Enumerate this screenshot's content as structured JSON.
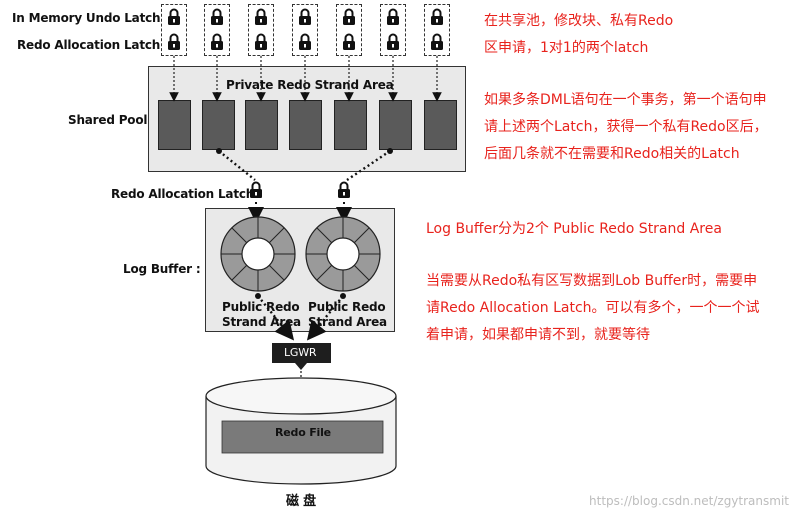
{
  "labels": {
    "in_memory_undo_latch": "In Memory Undo Latch :",
    "redo_allocation_latch_top": "Redo Allocation Latch :",
    "shared_pool": "Shared Pool :",
    "private_redo_strand_area": "Private Redo Strand Area",
    "redo_allocation_latch_mid": "Redo Allocation Latch :",
    "log_buffer": "Log Buffer :",
    "public_redo_strand_area_1_line1": "Public Redo",
    "public_redo_strand_area_1_line2": "Strand Area",
    "public_redo_strand_area_2_line1": "Public Redo",
    "public_redo_strand_area_2_line2": "Strand Area",
    "lgwr": "LGWR",
    "redo_file": "Redo File",
    "disk": "磁 盘"
  },
  "annotations": {
    "note1_line1": "在共享池，修改块、私有Redo",
    "note1_line2": "区申请，1对1的两个latch",
    "note2_line1": "如果多条DML语句在一个事务，第一个语句申",
    "note2_line2": "请上述两个Latch，获得一个私有Redo区后，",
    "note2_line3": "后面几条就不在需要和Redo相关的Latch",
    "note3_line1": "Log Buffer分为2个 Public Redo Strand Area",
    "note4_line1": "当需要从Redo私有区写数据到Lob Buffer时，需要申",
    "note4_line2": "请Redo Allocation Latch。可以有多个，一个一个试",
    "note4_line3": "着申请，如果都申请不到，就要等待"
  },
  "watermark": "https://blog.csdn.net/zgytransmit",
  "colors": {
    "annotation": "#e8231d",
    "strand_fill": "#5a5a5a",
    "pool_fill": "#e9e9e9",
    "disk_fill": "#f2f2f2",
    "redo_file_fill": "#7a7a7a"
  },
  "icons": {
    "lock": "padlock-icon"
  }
}
